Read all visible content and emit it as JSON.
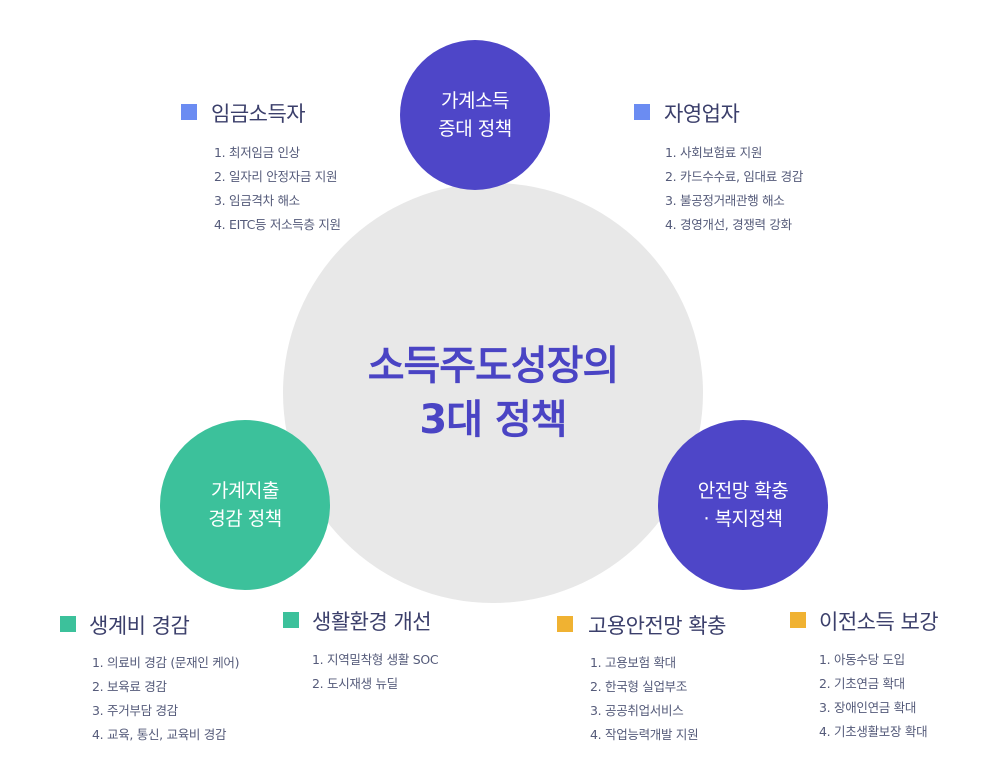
{
  "center": {
    "line1": "소득주도성장의",
    "line2": "3대 정책"
  },
  "circles": {
    "top": {
      "line1": "가계소득",
      "line2": "증대 정책",
      "color": "#4e46c8"
    },
    "left": {
      "line1": "가계지출",
      "line2": "경감 정책",
      "color": "#3cc19b"
    },
    "right": {
      "line1": "안전망 확충",
      "line2": "· 복지정책",
      "color": "#4e46c8"
    }
  },
  "groups": {
    "wage": {
      "title": "임금소득자",
      "color": "#6b8cf2",
      "items": [
        "1. 최저임금 인상",
        "2. 일자리 안정자금 지원",
        "3. 임금격차 해소",
        "4. EITC등 저소득층 지원"
      ]
    },
    "self": {
      "title": "자영업자",
      "color": "#6b8cf2",
      "items": [
        "1. 사회보험료 지원",
        "2. 카드수수료, 임대료 경감",
        "3. 불공정거래관행 해소",
        "4. 경영개선, 경쟁력 강화"
      ]
    },
    "living": {
      "title": "생계비 경감",
      "color": "#3cc19b",
      "items": [
        "1. 의료비 경감 (문재인 케어)",
        "2. 보육료 경감",
        "3. 주거부담 경감",
        "4. 교육, 통신, 교육비 경감"
      ]
    },
    "env": {
      "title": "생활환경 개선",
      "color": "#3cc19b",
      "items": [
        "1. 지역밀착형 생활 SOC",
        "2. 도시재생 뉴딜"
      ]
    },
    "employ": {
      "title": "고용안전망 확충",
      "color": "#f0b232",
      "items": [
        "1. 고용보험 확대",
        "2. 한국형 실업부조",
        "3. 공공취업서비스",
        "4. 작업능력개발 지원"
      ]
    },
    "transfer": {
      "title": "이전소득 보강",
      "color": "#f0b232",
      "items": [
        "1. 아동수당 도입",
        "2. 기초연금 확대",
        "3. 장애인연금 확대",
        "4. 기초생활보장 확대"
      ]
    }
  }
}
